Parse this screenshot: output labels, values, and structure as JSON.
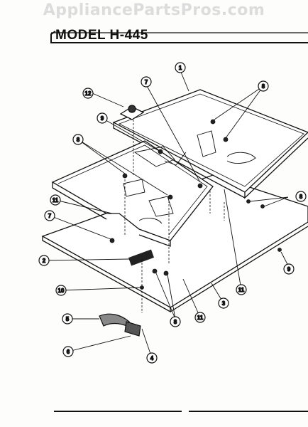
{
  "watermark": "AppliancePartsPros.com",
  "model_title": "MODEL H-445",
  "callouts": [
    {
      "id": "c1",
      "label": "1"
    },
    {
      "id": "c2",
      "label": "2"
    },
    {
      "id": "c3",
      "label": "3"
    },
    {
      "id": "c4",
      "label": "4"
    },
    {
      "id": "c5",
      "label": "5"
    },
    {
      "id": "c6",
      "label": "6"
    },
    {
      "id": "c7a",
      "label": "7"
    },
    {
      "id": "c7b",
      "label": "7"
    },
    {
      "id": "c8a",
      "label": "8"
    },
    {
      "id": "c8b",
      "label": "8"
    },
    {
      "id": "c8c",
      "label": "8"
    },
    {
      "id": "c8d",
      "label": "8"
    },
    {
      "id": "c9a",
      "label": "9"
    },
    {
      "id": "c9b",
      "label": "9"
    },
    {
      "id": "c10",
      "label": "10"
    },
    {
      "id": "c11a",
      "label": "11"
    },
    {
      "id": "c11b",
      "label": "11"
    },
    {
      "id": "c11c",
      "label": "11"
    },
    {
      "id": "c12",
      "label": "12"
    }
  ]
}
